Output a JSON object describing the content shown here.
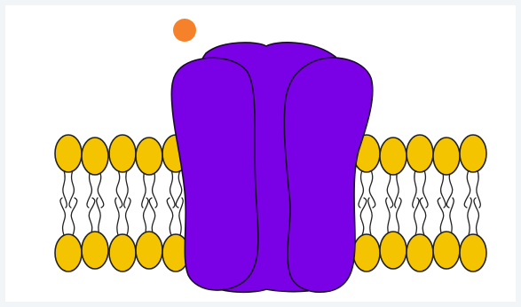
{
  "diagram": {
    "kind": "membrane channel protein illustration",
    "colors": {
      "frame": "#f2f5f8",
      "background": "#ffffff",
      "lipid_head": "#f5c400",
      "lipid_outline": "#222222",
      "protein_fill": "#7a00e6",
      "protein_outline": "#1a0a2a",
      "ligand": "#f5822a"
    },
    "icons": [
      "ligand-molecule",
      "phospholipid-head",
      "lipid-tail",
      "channel-protein"
    ],
    "lipid_bilayer": {
      "left_leaflet_heads_per_row": 5,
      "right_leaflet_heads_per_row": 5
    },
    "protein_subunits": 3,
    "ligand_count": 1
  }
}
